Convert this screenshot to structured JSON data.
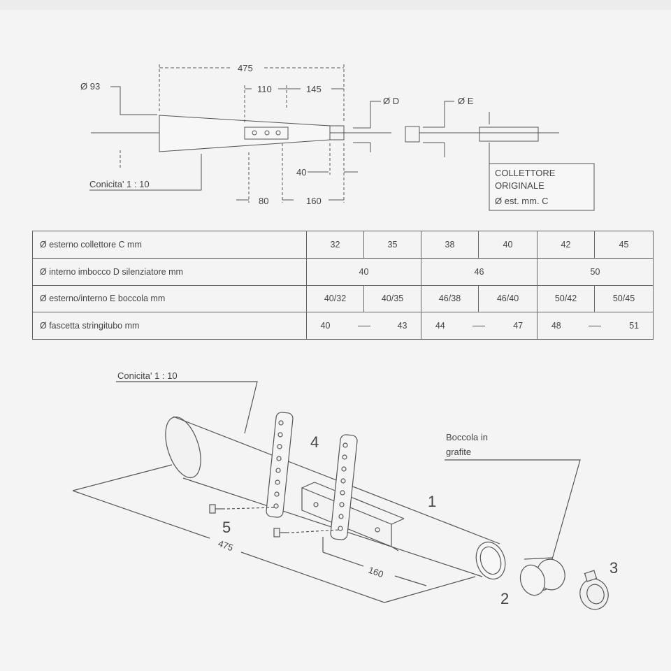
{
  "top_drawing": {
    "dim_475": "475",
    "dim_110": "110",
    "dim_145": "145",
    "dim_phi93": "Ø 93",
    "dim_phiD": "Ø D",
    "dim_phiE": "Ø E",
    "dim_40": "40",
    "dim_80": "80",
    "dim_160": "160",
    "conicity": "Conicita' 1 : 10",
    "box_line1": "COLLETTORE",
    "box_line2": "ORIGINALE",
    "box_line3": "Ø est. mm. C"
  },
  "table": {
    "rows": [
      {
        "label": "Ø esterno collettore C mm",
        "values": [
          "32",
          "35",
          "38",
          "40",
          "42",
          "45"
        ]
      },
      {
        "label": "Ø interno imbocco D silenziatore mm",
        "groups": [
          "40",
          "46",
          "50"
        ]
      },
      {
        "label": "Ø esterno/interno E boccola mm",
        "values": [
          "40/32",
          "40/35",
          "46/38",
          "46/40",
          "50/42",
          "50/45"
        ]
      },
      {
        "label": "Ø fascetta stringitubo mm",
        "ranges": [
          [
            "40",
            "43"
          ],
          [
            "44",
            "47"
          ],
          [
            "48",
            "51"
          ]
        ]
      }
    ]
  },
  "bottom_drawing": {
    "conicity": "Conicita' 1 : 10",
    "bush_line1": "Boccola in",
    "bush_line2": "grafite",
    "part_1": "1",
    "part_2": "2",
    "part_3": "3",
    "part_4": "4",
    "part_5": "5",
    "dim_475": "475",
    "dim_160": "160"
  }
}
